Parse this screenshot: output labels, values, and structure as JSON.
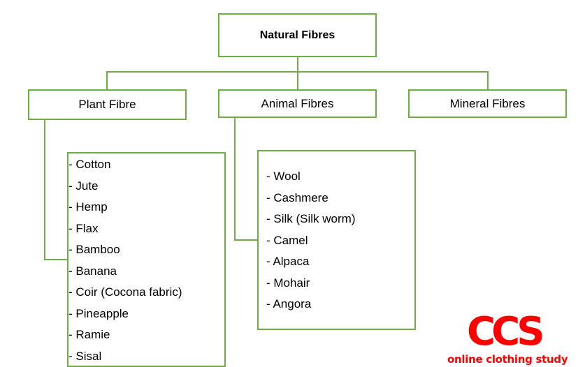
{
  "root": {
    "label": "Natural Fibres"
  },
  "categories": [
    {
      "label": "Plant Fibre"
    },
    {
      "label": "Animal Fibres"
    },
    {
      "label": "Mineral Fibres"
    }
  ],
  "plant_list": [
    "- Cotton",
    "- Jute",
    "- Hemp",
    "- Flax",
    "- Bamboo",
    "- Banana",
    "- Coir (Cocona fabric)",
    "- Pineapple",
    "- Ramie",
    "- Sisal"
  ],
  "animal_list": [
    "- Wool",
    "- Cashmere",
    "- Silk (Silk worm)",
    "- Camel",
    "- Alpaca",
    "- Mohair",
    "- Angora"
  ],
  "logo": {
    "mark": "CCS",
    "text": "online clothing study"
  },
  "colors": {
    "connector": "#70ad47",
    "logo": "#ff0000"
  }
}
